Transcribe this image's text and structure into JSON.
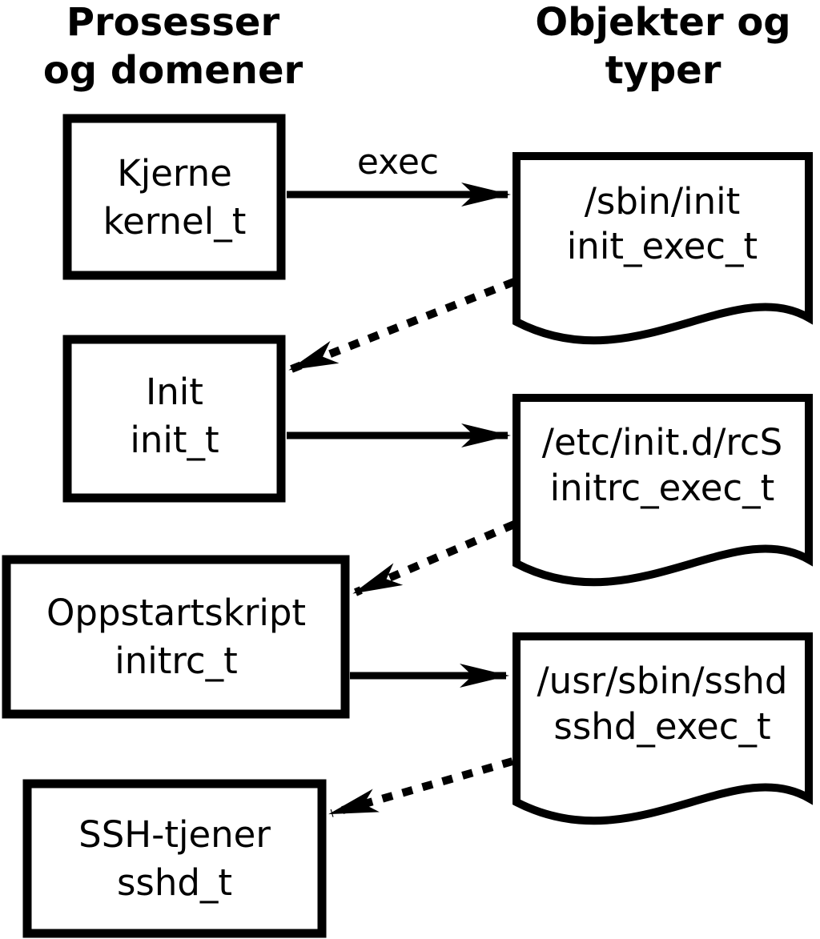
{
  "headers": {
    "left": {
      "line1": "Prosesser",
      "line2": "og domener"
    },
    "right": {
      "line1": "Objekter og",
      "line2": "typer"
    }
  },
  "arrow_label": "exec",
  "processes": [
    {
      "name": "Kjerne",
      "type": "kernel_t"
    },
    {
      "name": "Init",
      "type": "init_t"
    },
    {
      "name": "Oppstartskript",
      "type": "initrc_t"
    },
    {
      "name": "SSH-tjener",
      "type": "sshd_t"
    }
  ],
  "objects": [
    {
      "path": "/sbin/init",
      "type": "init_exec_t"
    },
    {
      "path": "/etc/init.d/rcS",
      "type": "initrc_exec_t"
    },
    {
      "path": "/usr/sbin/sshd",
      "type": "sshd_exec_t"
    }
  ],
  "colors": {
    "stroke": "#000000",
    "background": "#ffffff"
  }
}
